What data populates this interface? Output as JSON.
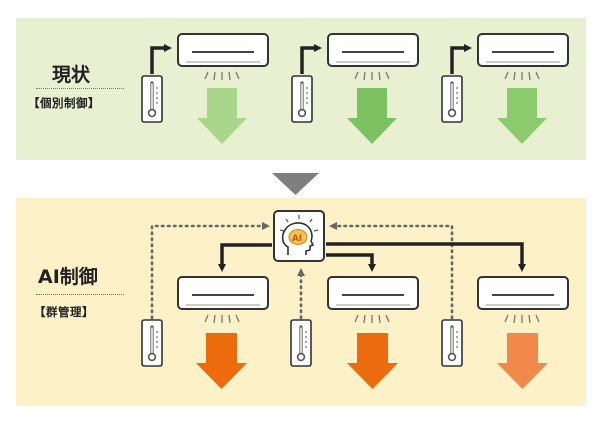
{
  "current": {
    "title": "現状",
    "subtitle": "【個別制御】",
    "background": "#e9f0d2",
    "arrow_colors": [
      "#a9d68a",
      "#7cc263",
      "#8ccb6d"
    ]
  },
  "ai": {
    "title": "AI制御",
    "subtitle": "【群管理】",
    "background": "#fdf1c7",
    "hub_label": "AI",
    "hub_icon": "ai-head-brain-icon",
    "arrow_colors": [
      "#ec6b0c",
      "#ec6b0c",
      "#f0894a"
    ]
  },
  "separator_color": "#7f7f7f",
  "ac_unit_icon": "air-conditioner-icon",
  "thermometer_icon": "thermometer-icon"
}
